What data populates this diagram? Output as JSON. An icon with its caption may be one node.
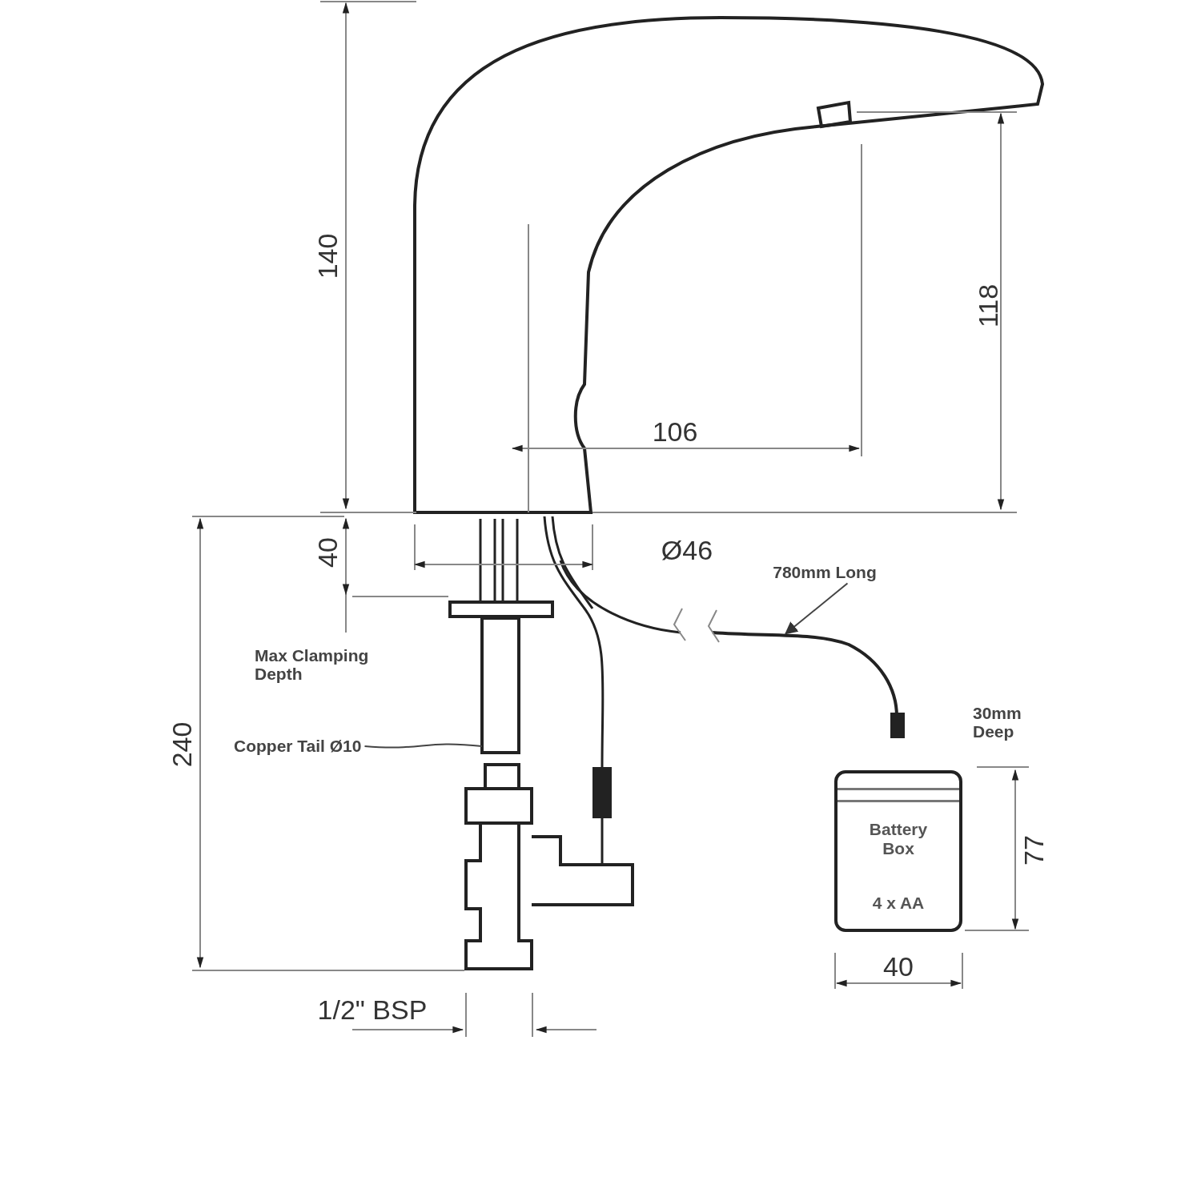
{
  "diagram": {
    "nodes": [
      {
        "text": [
          "780mm Long"
        ]
      },
      {
        "text": [],
        "shape": "bar"
      },
      {
        "text": [
          "Copper Tail Ø10"
        ]
      },
      {
        "text": [],
        "shape": "picture"
      },
      {
        "text": [
          "Battery Box",
          "4 x AA"
        ]
      }
    ],
    "edges": [
      {
        "from": 0,
        "to": 3,
        "arrow": "to"
      },
      {
        "from": 2,
        "to": 1,
        "arrow": "none"
      }
    ],
    "labels": [
      "140",
      "118",
      "106",
      "40",
      "Ø46",
      "Max Clamping Depth",
      "30mm Deep",
      "240",
      "77",
      "40",
      "1/2\" BSP"
    ]
  }
}
